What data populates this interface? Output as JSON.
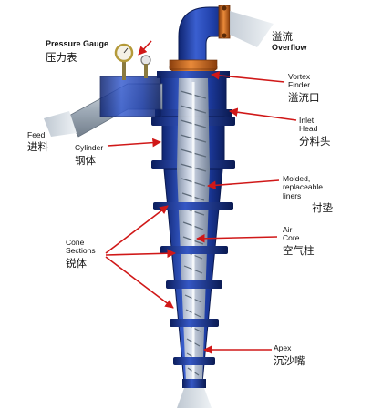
{
  "labels": {
    "pressure_gauge": {
      "en": "Pressure Gauge",
      "zh": "压力表"
    },
    "overflow": {
      "zh": "溢流",
      "en": "Overflow"
    },
    "vortex_finder": {
      "en": "Vortex\nFinder",
      "zh": "溢流口"
    },
    "inlet_head": {
      "en": "Inlet\nHead",
      "zh": "分料头"
    },
    "feed": {
      "en": "Feed",
      "zh": "进料"
    },
    "cylinder": {
      "en": "Cylinder",
      "zh": "钢体"
    },
    "liners": {
      "en": "Molded,\nreplaceable\nliners",
      "zh": "衬垫"
    },
    "air_core": {
      "en": "Air\nCore",
      "zh": "空气柱"
    },
    "cone_sections": {
      "en": "Cone\nSections",
      "zh": "锐体"
    },
    "apex": {
      "en": "Apex",
      "zh": "沉沙嘴"
    }
  },
  "colors": {
    "body_blue": "#1f3fa8",
    "flange_orange": "#d2691e",
    "arrow_red": "#d01818",
    "glass": "#c9d2db"
  }
}
